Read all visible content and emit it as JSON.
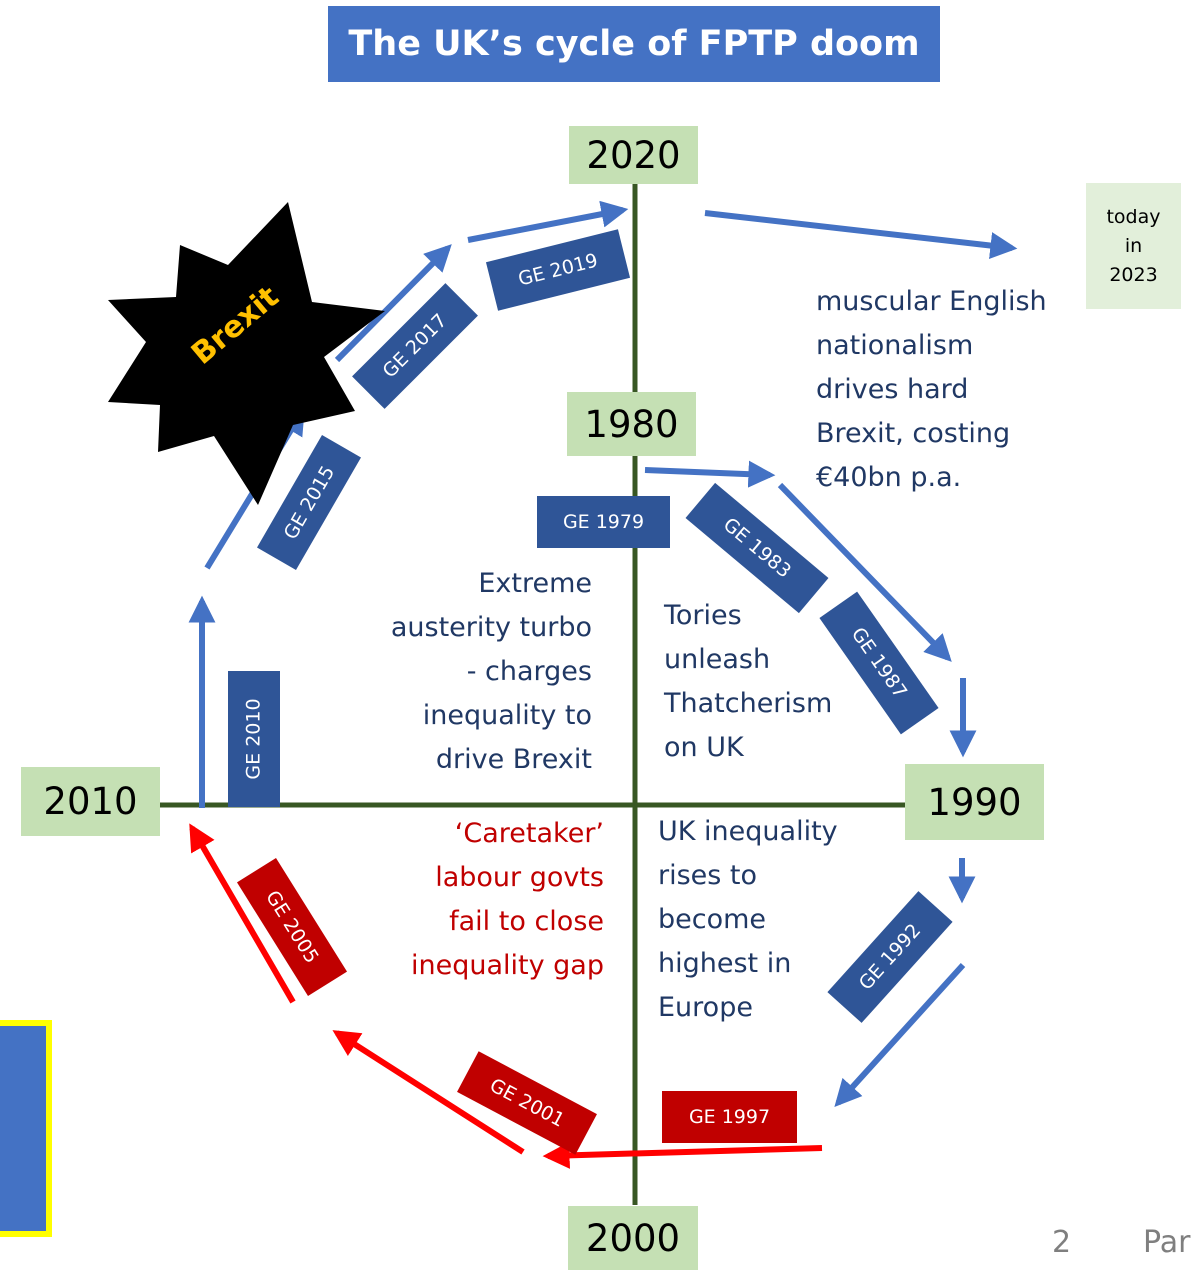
{
  "title": "The UK’s cycle of FPTP doom",
  "years": {
    "y2020": "2020",
    "y1980": "1980",
    "y2010": "2010",
    "y1990": "1990",
    "y2000": "2000"
  },
  "today": "today\nin\n2023",
  "brexit": "Brexit",
  "elections": {
    "ge2019": "GE 2019",
    "ge2017": "GE 2017",
    "ge2015": "GE 2015",
    "ge2010": "GE 2010",
    "ge1979": "GE 1979",
    "ge1983": "GE 1983",
    "ge1987": "GE 1987",
    "ge1992": "GE 1992",
    "ge1997": "GE 1997",
    "ge2001": "GE 2001",
    "ge2005": "GE 2005"
  },
  "notes": {
    "nationalism": "muscular English\nnationalism\ndrives hard\nBrexit, costing\n€40bn p.a.",
    "austerity": "Extreme\nausterity turbo\n- charges\ninequality to\ndrive Brexit",
    "thatcherism": "Tories\nunleash\nThatcherism\non UK",
    "caretaker": "‘Caretaker’\nlabour govts\nfail to close\ninequality gap",
    "inequality": "UK inequality\nrises to\nbecome\nhighest in\nEurope"
  },
  "footer": {
    "page_number": "2",
    "partial_text": "Par"
  },
  "colors": {
    "title_bg": "#4472c4",
    "year_bg": "#c5e0b4",
    "tory_blue": "#2f5597",
    "arrow_blue": "#4472c4",
    "labour_red": "#c00000",
    "arrow_red": "#ff0000",
    "axis": "#385723",
    "brexit_text": "#ffc000"
  }
}
